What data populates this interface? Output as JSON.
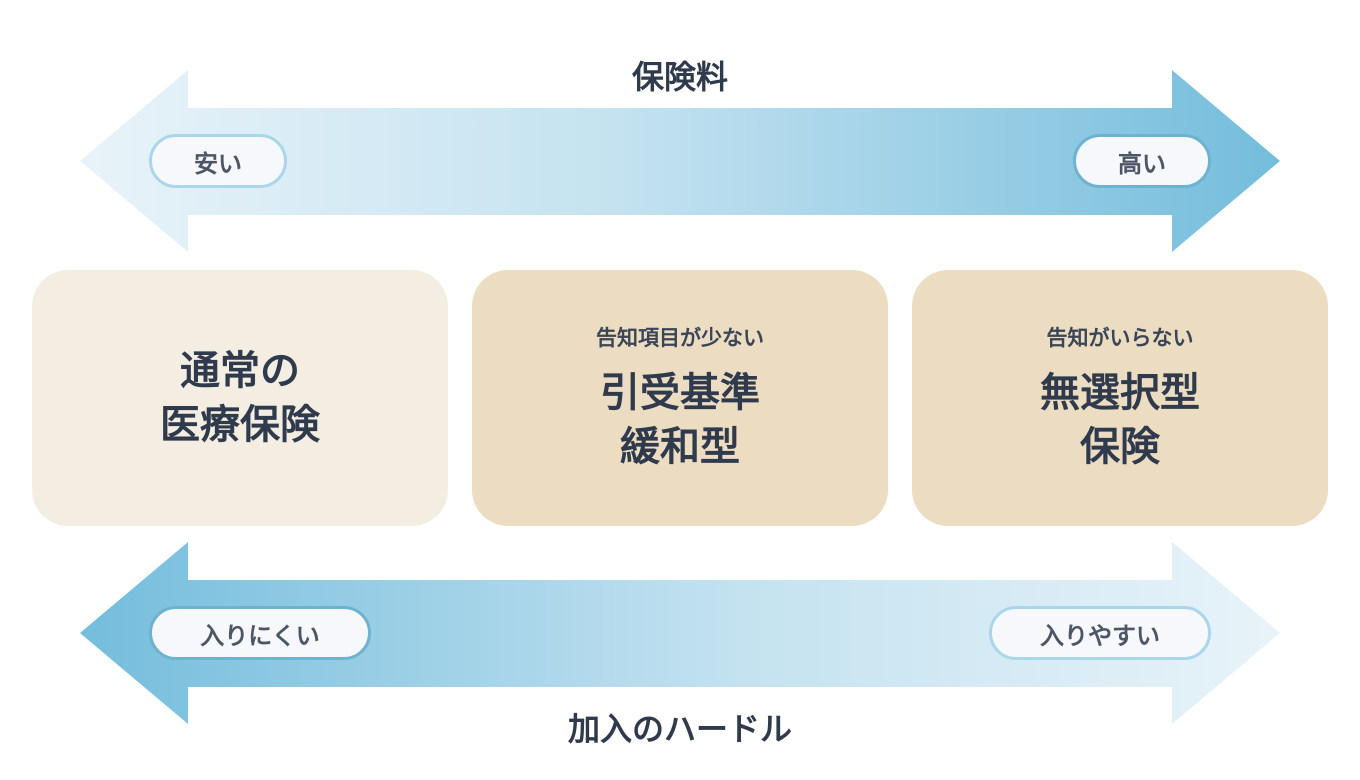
{
  "top_axis": {
    "title": "保険料",
    "left_label": "安い",
    "right_label": "高い"
  },
  "bottom_axis": {
    "title": "加入のハードル",
    "left_label": "入りにくい",
    "right_label": "入りやすい"
  },
  "cards": [
    {
      "subtitle": "",
      "title_line1": "通常の",
      "title_line2": "医療保険"
    },
    {
      "subtitle": "告知項目が少ない",
      "title_line1": "引受基準",
      "title_line2": "緩和型"
    },
    {
      "subtitle": "告知がいらない",
      "title_line1": "無選択型",
      "title_line2": "保険"
    }
  ],
  "colors": {
    "arrow_light": "#e6f2f9",
    "arrow_dark": "#7cc0de",
    "card_standard": "#f4ede2",
    "card_other": "#ecdcc2",
    "text": "#2f3b4c"
  }
}
